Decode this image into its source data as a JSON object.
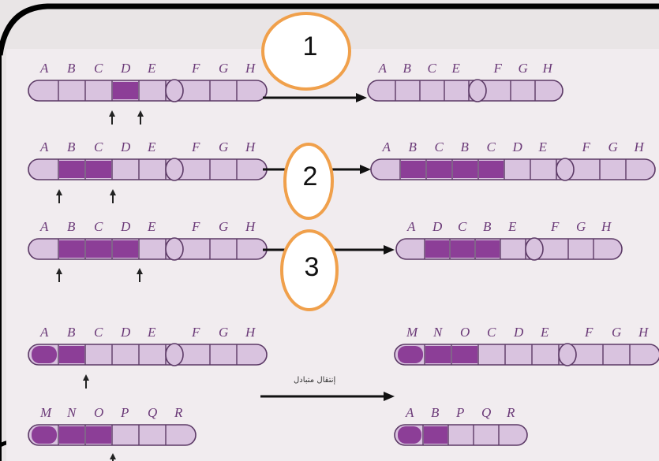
{
  "colors": {
    "light": "#d9c3df",
    "dark": "#8c3e97",
    "mid": "#b089bd",
    "outline": "#5c3a66",
    "circle": "#f0a04b"
  },
  "step_numbers": [
    "1",
    "2",
    "3"
  ],
  "arrow_caption": "إنتقال متبادل",
  "rows": [
    {
      "before_labels": [
        "A",
        "B",
        "C",
        "D",
        "E",
        "F",
        "G",
        "H"
      ],
      "before_segments": [
        "l",
        "l",
        "l",
        "d",
        "l",
        "|",
        "l",
        "l",
        "l"
      ],
      "after_labels": [
        "A",
        "B",
        "C",
        "E",
        "F",
        "G",
        "H"
      ],
      "after_segments": [
        "l",
        "l",
        "l",
        "l",
        "|",
        "l",
        "l",
        "l"
      ]
    },
    {
      "before_labels": [
        "A",
        "B",
        "C",
        "D",
        "E",
        "F",
        "G",
        "H"
      ],
      "before_segments": [
        "l",
        "d",
        "d",
        "l",
        "l",
        "|",
        "l",
        "l",
        "l"
      ],
      "after_labels": [
        "A",
        "B",
        "C",
        "B",
        "C",
        "D",
        "E",
        "F",
        "G",
        "H"
      ],
      "after_segments": [
        "l",
        "d",
        "d",
        "d",
        "d",
        "l",
        "l",
        "|",
        "l",
        "l",
        "l"
      ]
    },
    {
      "before_labels": [
        "A",
        "B",
        "C",
        "D",
        "E",
        "F",
        "G",
        "H"
      ],
      "before_segments": [
        "l",
        "d",
        "d",
        "d",
        "l",
        "|",
        "l",
        "l",
        "l"
      ],
      "after_labels": [
        "A",
        "D",
        "C",
        "B",
        "E",
        "F",
        "G",
        "H"
      ],
      "after_segments": [
        "l",
        "d",
        "d",
        "d",
        "l",
        "|",
        "l",
        "l",
        "l"
      ]
    },
    {
      "before_labels": [
        "A",
        "B",
        "C",
        "D",
        "E",
        "F",
        "G",
        "H"
      ],
      "before_segments": [
        "d",
        "d",
        "l",
        "l",
        "l",
        "|",
        "l",
        "l",
        "l"
      ],
      "after_labels": [
        "M",
        "N",
        "O",
        "C",
        "D",
        "E",
        "F",
        "G",
        "H"
      ],
      "after_segments": [
        "d",
        "d",
        "d",
        "l",
        "l",
        "l",
        "|",
        "l",
        "l",
        "l"
      ]
    },
    {
      "before_labels": [
        "M",
        "N",
        "O",
        "P",
        "Q",
        "R"
      ],
      "before_segments": [
        "d",
        "d",
        "d",
        "l",
        "l",
        "l"
      ],
      "after_labels": [
        "A",
        "B",
        "P",
        "Q",
        "R"
      ],
      "after_segments": [
        "d",
        "d",
        "l",
        "l",
        "l"
      ]
    }
  ]
}
